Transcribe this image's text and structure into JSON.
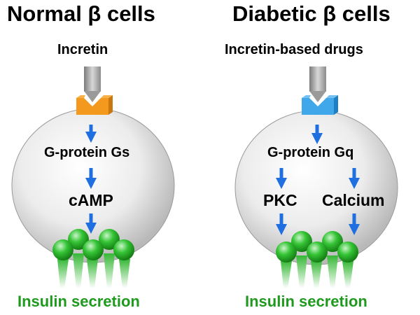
{
  "panels": {
    "normal": {
      "title": "Normal β cells",
      "ligand": "Incretin",
      "protein": "G-protein Gs",
      "messenger": "cAMP",
      "output": "Insulin secretion",
      "receptor_color": "#f39a1e"
    },
    "diabetic": {
      "title": "Diabetic β cells",
      "ligand": "Incretin-based drugs",
      "protein": "G-protein Gq",
      "messenger_left": "PKC",
      "messenger_right": "Calcium",
      "output": "Insulin secretion",
      "receptor_color": "#3fa7ea"
    }
  },
  "colors": {
    "arrow": "#1f6fe0",
    "granule": "#2fb02f",
    "output_text": "#1f9a1f",
    "cell_fill": "#d9d9d9"
  }
}
